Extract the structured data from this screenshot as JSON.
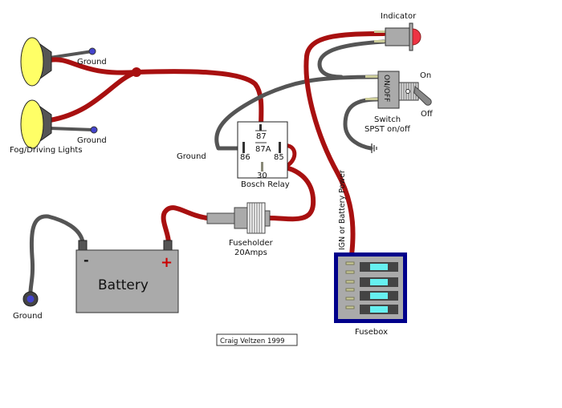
{
  "labels": {
    "ground_light1": "Ground",
    "ground_light2": "Ground",
    "lights": "Fog/Driving Lights",
    "ground_relay": "Ground",
    "relay_87": "87",
    "relay_87a": "87A",
    "relay_86": "86",
    "relay_85": "85",
    "relay_30": "30",
    "relay": "Bosch Relay",
    "indicator": "Indicator",
    "switch_face": "ON/OFF",
    "on": "On",
    "off": "Off",
    "switch": "Switch",
    "switch_type": "SPST on/off",
    "power": "IGN or Battery Power",
    "fuseholder": "Fuseholder",
    "fuseholder_rating": "20Amps",
    "battery": "Battery",
    "battery_neg": "-",
    "battery_pos": "+",
    "ground_battery": "Ground",
    "fusebox": "Fusebox",
    "credit": "Craig Veltzen 1999"
  },
  "colors": {
    "power_wire": "#a81010",
    "ground_wire": "#555555",
    "lamp_lens": "#ffff66",
    "fuse": "#66f0f0",
    "fusebox_frame": "#00008b",
    "ground_terminal": "#4444cc"
  }
}
